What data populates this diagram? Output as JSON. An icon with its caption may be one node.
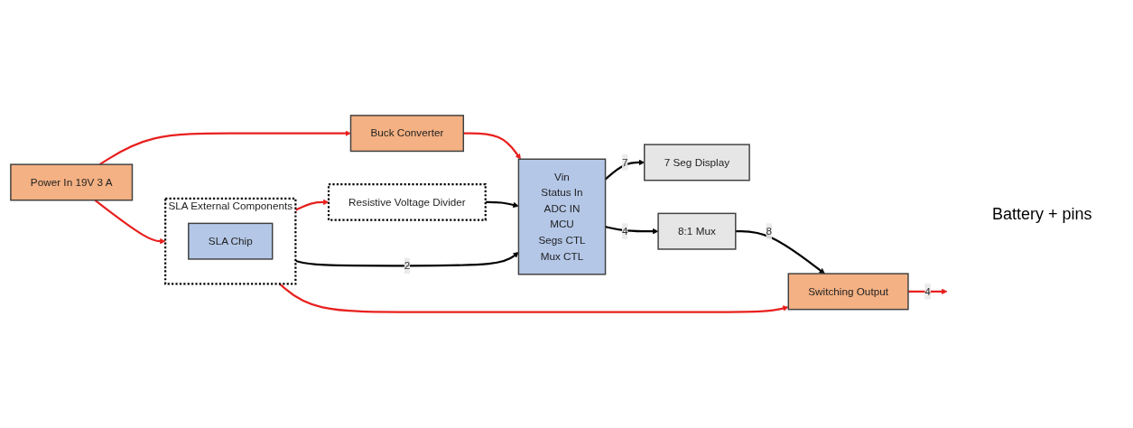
{
  "diagram": {
    "nodes": [
      {
        "text": [
          "SLA External Components"
        ]
      },
      {
        "text": [
          "SLA Chip"
        ],
        "in": 0
      },
      {
        "text": [
          "Power In 19V 3 A"
        ]
      },
      {
        "text": [
          "Buck Converter"
        ]
      },
      {
        "text": [
          "Resistive Voltage Divider"
        ]
      },
      {
        "text": [
          "Vin",
          "Status In",
          "ADC IN",
          "MCU",
          "Segs CTL",
          "Mux CTL"
        ]
      },
      {
        "text": [
          "7 Seg Display"
        ]
      },
      {
        "text": [
          "8:1 Mux"
        ]
      },
      {
        "text": [
          "Switching Output"
        ]
      }
    ],
    "edges": [
      {
        "from": 2,
        "to": 0,
        "arrow": "to",
        "color": "#e8201e"
      },
      {
        "from": 2,
        "to": 3,
        "arrow": "to",
        "color": "#e8201e"
      },
      {
        "from": 3,
        "to": 5,
        "arrow": "to",
        "color": "#e8201e"
      },
      {
        "from": 0,
        "to": 5,
        "arrow": "to",
        "label": "2",
        "color": "#000000"
      },
      {
        "from": 0,
        "to": 4,
        "arrow": "to",
        "color": "#e8201e"
      },
      {
        "from": 0,
        "to": 8,
        "arrow": "to",
        "color": "#e8201e"
      },
      {
        "from": 4,
        "to": 5,
        "arrow": "to",
        "color": "#000000"
      },
      {
        "from": 5,
        "to": 6,
        "arrow": "to",
        "label": "7",
        "color": "#000000"
      },
      {
        "from": 5,
        "to": 7,
        "arrow": "to",
        "label": "4",
        "color": "#000000"
      },
      {
        "from": 7,
        "to": 8,
        "arrow": "to",
        "label": "8",
        "color": "#000000"
      },
      {
        "from": 8,
        "to": null,
        "arrow": "to",
        "label": "4",
        "color": "#e8201e"
      }
    ],
    "labels": [
      "Battery + pins"
    ]
  }
}
